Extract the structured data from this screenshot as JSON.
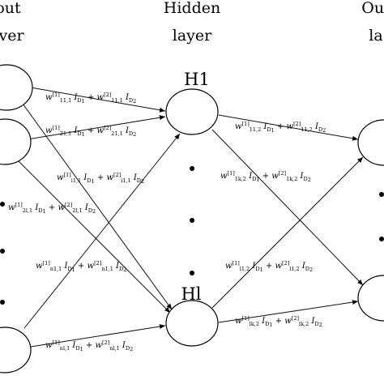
{
  "layers": {
    "input": {
      "title_line1": "out",
      "title_line2": "ver"
    },
    "hidden": {
      "title_line1": "Hidden",
      "title_line2": "layer"
    },
    "output": {
      "title_line1": "Out",
      "title_line2": "la"
    }
  },
  "nodes": {
    "hidden_top": "H1",
    "hidden_bottom": "Hl"
  },
  "weights": [
    {
      "id": "w11",
      "i": "11,1",
      "j": "11,1"
    },
    {
      "id": "w21",
      "i": "21,1",
      "j": "21,1"
    },
    {
      "id": "wi1",
      "i": "i1,1",
      "j": "i1,1"
    },
    {
      "id": "w2l",
      "i": "2l,1",
      "j": "2l,1"
    },
    {
      "id": "wn1",
      "i": "n1,1",
      "j": "n1,1"
    },
    {
      "id": "wnl",
      "i": "nl,1",
      "j": "nl,1"
    },
    {
      "id": "w112",
      "i": "11,2",
      "j": "11,2"
    },
    {
      "id": "w1k2",
      "i": "1k,2",
      "j": "1k,2"
    },
    {
      "id": "wl12",
      "i": "l1,2",
      "j": "l1,2"
    },
    {
      "id": "wlk2",
      "i": "lk,2",
      "j": "lk,2"
    }
  ],
  "term": {
    "w": "w",
    "sup1": "[1]",
    "sup2": "[2]",
    "I": "I",
    "D": "D",
    "d1": "1",
    "d2": "2",
    "plus": "+"
  }
}
